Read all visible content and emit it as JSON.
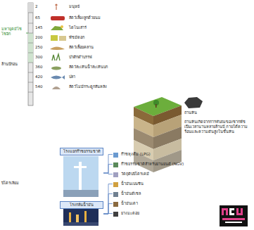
{
  "diagram": {
    "nodes": [
      {
        "text": [
          "โรงแยกก๊าซธรรมชาติ"
        ]
      },
      {
        "text": [
          "โรงกลั่นน้ำมัน"
        ]
      },
      {
        "text": [
          "ก๊าซหุงต้ม (LPG)"
        ]
      },
      {
        "text": [
          "ก๊าซธรรมชาติสำหรับยานยนต์ (NGV)"
        ]
      },
      {
        "text": [
          "วัตถุดิบปิโตรเคมี"
        ]
      },
      {
        "text": [
          "น้ำมันเบนซิน"
        ]
      },
      {
        "text": [
          "น้ำมันดีเซล"
        ]
      },
      {
        "text": [
          "น้ำมันเตา"
        ]
      },
      {
        "text": [
          "ยางมะตอย"
        ]
      }
    ],
    "edges": [
      {
        "from": 0,
        "to": 2,
        "arrow": "none"
      },
      {
        "from": 0,
        "to": 3,
        "arrow": "none"
      },
      {
        "from": 0,
        "to": 4,
        "arrow": "none"
      },
      {
        "from": 1,
        "to": 5,
        "arrow": "none"
      },
      {
        "from": 1,
        "to": 6,
        "arrow": "none"
      },
      {
        "from": 1,
        "to": 7,
        "arrow": "none"
      },
      {
        "from": 1,
        "to": 8,
        "arrow": "none"
      }
    ],
    "labels": [
      "มหายุคมีโซโซอิก",
      "2",
      "65",
      "145",
      "200",
      "250",
      "300",
      "360",
      "420",
      "540",
      "มนุษย์",
      "สัตว์เลี้ยงลูกด้วยนม",
      "ไดโนเสาร์",
      "พืชมีดอก",
      "สัตว์เลื้อยคลาน",
      "ป่าดึกดำบรรพ์",
      "สัตว์สะเทินน้ำสะเทินบก",
      "ปลา",
      "สัตว์ไม่มีกระดูกสันหลัง",
      "ล้านปีก่อน",
      "ถ่านหิน",
      "ถ่านหินเกิดจากการทับถมของซากพืชเป็นเวลานานหลายล้านปี ภายใต้ความร้อนและความดันสูงในชั้นหิน",
      "ปิโตรเลียม"
    ]
  }
}
